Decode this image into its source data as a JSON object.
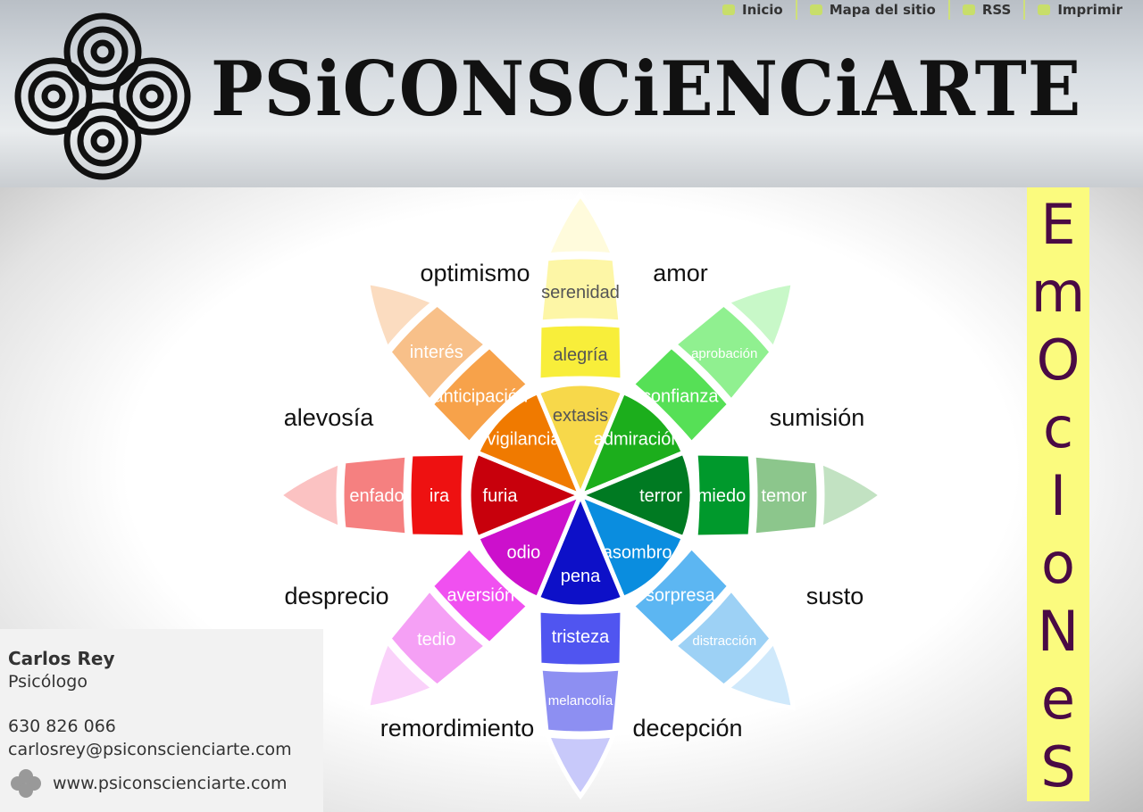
{
  "nav": [
    {
      "label": "Inicio",
      "icon": "home-icon"
    },
    {
      "label": "Mapa del sitio",
      "icon": "sitemap-icon"
    },
    {
      "label": "RSS",
      "icon": "rss-icon"
    },
    {
      "label": "Imprimir",
      "icon": "print-icon"
    }
  ],
  "site_title": "PSiCONSCiENCiARTE",
  "banner_letters": [
    "E",
    "m",
    "O",
    "c",
    "I",
    "o",
    "N",
    "e",
    "S"
  ],
  "card": {
    "name": "Carlos Rey",
    "role": "Psicólogo",
    "phone": "630 826 066",
    "email": "carlosrey@psiconscienciarte.com",
    "web": "www.psiconscienciarte.com"
  },
  "wheel": {
    "petals": [
      {
        "labels": [
          "extasis",
          "alegría",
          "serenidad"
        ],
        "colors": [
          "#f7d84a",
          "#f8ee3a",
          "#fdf6a6",
          "#fffbdc"
        ]
      },
      {
        "labels": [
          "admiración",
          "confianza",
          "aprobación"
        ],
        "colors": [
          "#1cae1c",
          "#56e056",
          "#90f090",
          "#c8f8c8"
        ]
      },
      {
        "labels": [
          "terror",
          "miedo",
          "temor"
        ],
        "colors": [
          "#007a22",
          "#00992c",
          "#8cc68c",
          "#c2e2c2"
        ]
      },
      {
        "labels": [
          "asombro",
          "sorpresa",
          "distracción"
        ],
        "colors": [
          "#0a8ddf",
          "#5cb6f2",
          "#9dd1f5",
          "#d0e9fb"
        ]
      },
      {
        "labels": [
          "pena",
          "tristeza",
          "melancolía"
        ],
        "colors": [
          "#0d10c8",
          "#5055f0",
          "#8d8ff2",
          "#c8c9fa"
        ]
      },
      {
        "labels": [
          "odio",
          "aversión",
          "tedio"
        ],
        "colors": [
          "#cc10cc",
          "#f050f0",
          "#f5a0f5",
          "#fad2fa"
        ]
      },
      {
        "labels": [
          "furia",
          "ira",
          "enfado"
        ],
        "colors": [
          "#c8000c",
          "#ee1111",
          "#f58080",
          "#fbc2c2"
        ]
      },
      {
        "labels": [
          "vigilancia",
          "anticipación",
          "interés"
        ],
        "colors": [
          "#f07a00",
          "#f7a24a",
          "#f8c089",
          "#fbdcc0"
        ]
      }
    ],
    "dyads": [
      "amor",
      "sumisión",
      "susto",
      "decepción",
      "remordimiento",
      "desprecio",
      "alevosía",
      "optimismo"
    ]
  }
}
